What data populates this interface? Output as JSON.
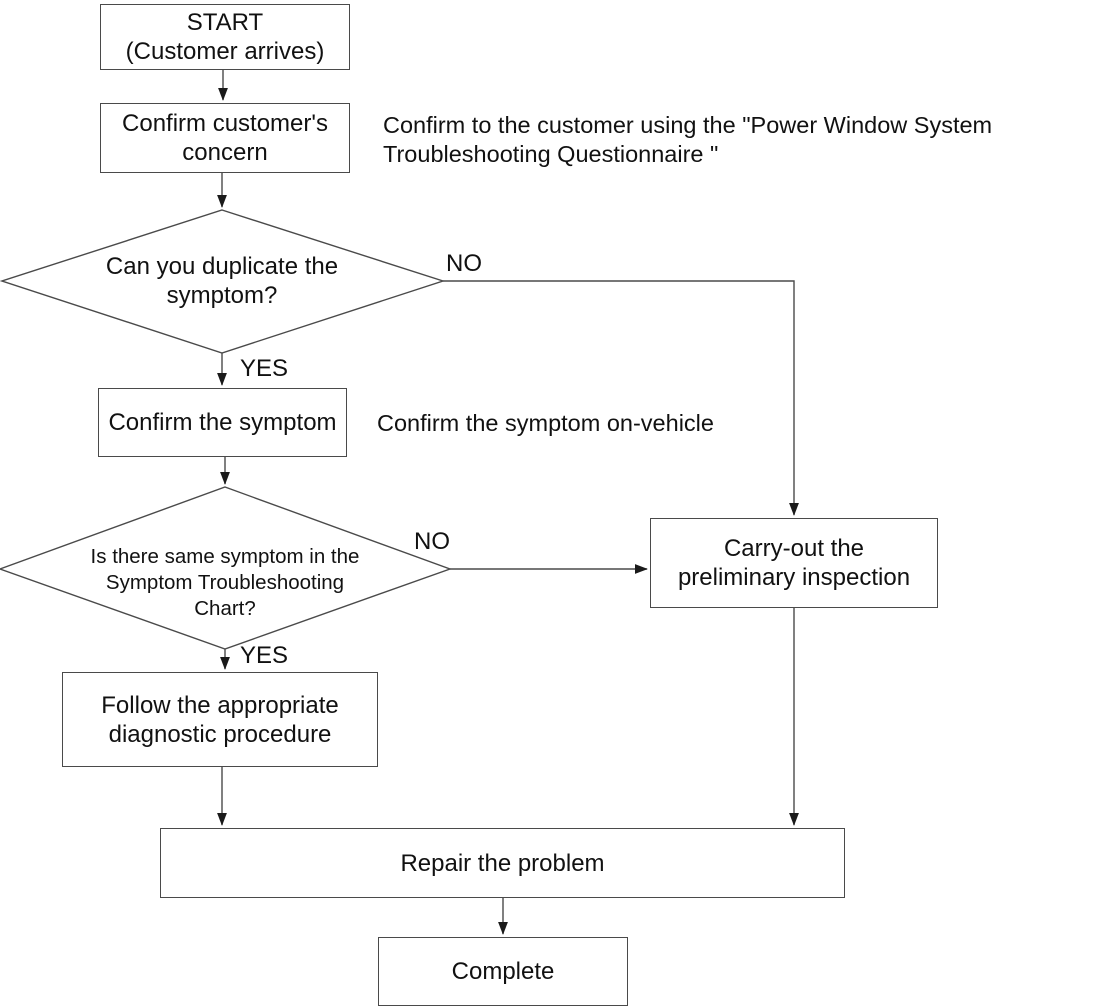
{
  "page": {
    "background_color": "#ffffff",
    "line_color": "#4a4a4a",
    "text_color": "#111111"
  },
  "flowchart": {
    "nodes": {
      "start": {
        "lines": [
          "START",
          "(Customer arrives)"
        ]
      },
      "confirm_concern": {
        "lines": [
          "Confirm customer's",
          "concern"
        ]
      },
      "duplicate_decision": {
        "lines": [
          "Can you duplicate the",
          "symptom?"
        ]
      },
      "confirm_symptom": {
        "lines": [
          "Confirm the symptom"
        ]
      },
      "chart_decision": {
        "lines": [
          "Is there same symptom in the",
          "Symptom Troubleshooting",
          "Chart?"
        ]
      },
      "carry_out": {
        "lines": [
          "Carry-out the",
          "preliminary inspection"
        ]
      },
      "follow": {
        "lines": [
          "Follow the appropriate",
          "diagnostic procedure"
        ]
      },
      "repair": {
        "lines": [
          "Repair the problem"
        ]
      },
      "complete": {
        "lines": [
          "Complete"
        ]
      }
    },
    "edge_labels": {
      "duplicate_no": "NO",
      "duplicate_yes": "YES",
      "chart_no": "NO",
      "chart_yes": "YES"
    },
    "annotations": {
      "questionnaire": {
        "lines": [
          "Confirm to the customer using the \"Power Window System",
          "Troubleshooting Questionnaire \""
        ]
      },
      "on_vehicle": {
        "lines": [
          "Confirm the symptom on-vehicle"
        ]
      }
    }
  }
}
